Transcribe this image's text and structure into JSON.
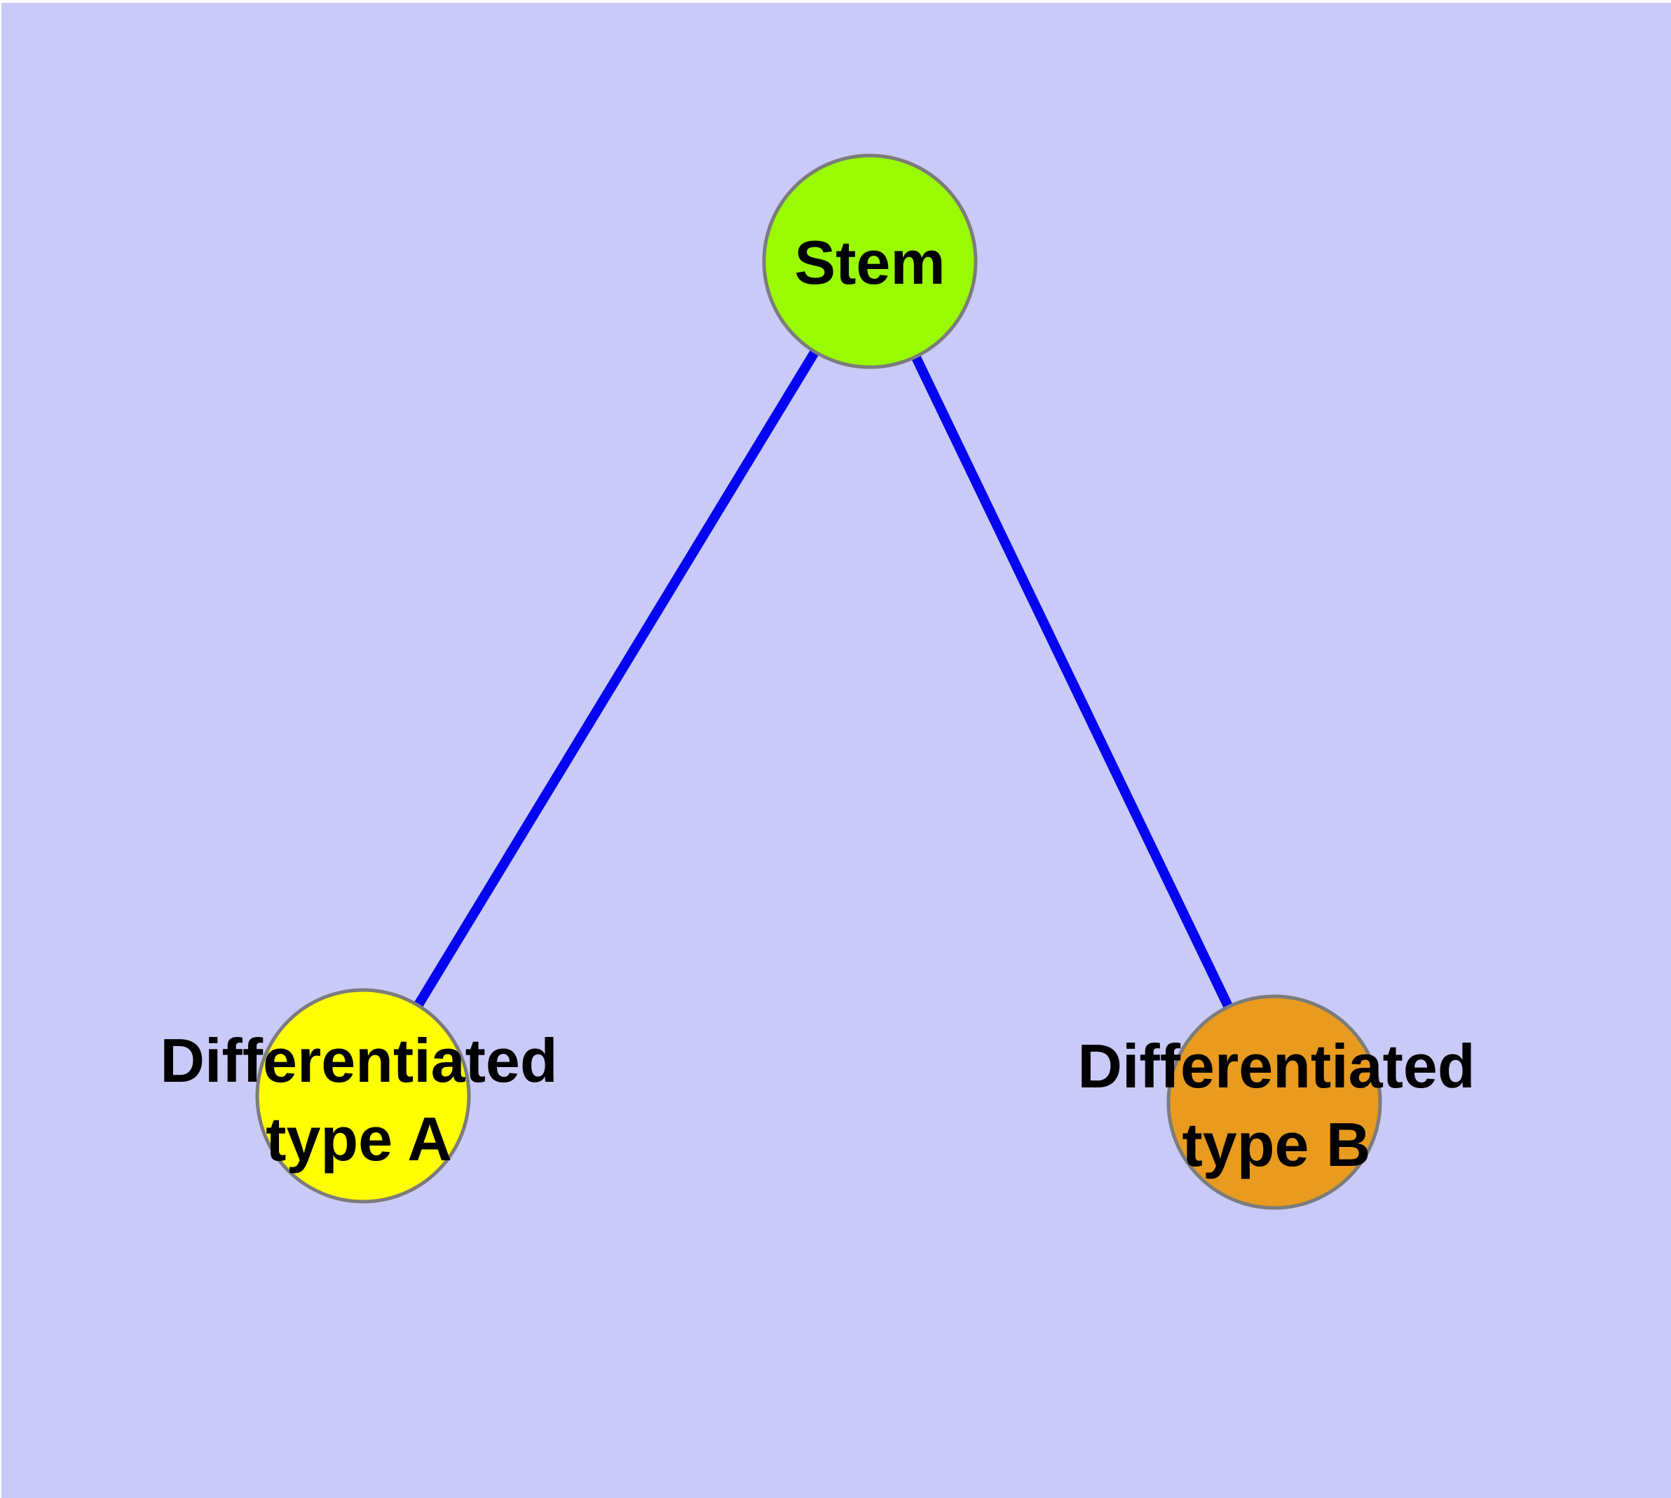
{
  "diagram": {
    "type": "node-link-graph",
    "background_color": "#cacaf8",
    "frame_edge_color": "#ffffff",
    "edge_color": "#0404f2",
    "node_border_color": "#7c7c7c",
    "label_color": "#000000",
    "nodes": [
      {
        "id": "stem",
        "label": "Stem",
        "label_lines": [
          "Stem"
        ],
        "fill": "#99fa01"
      },
      {
        "id": "differentiated-type-a",
        "label": "Differentiated type A",
        "label_lines": [
          "Differentiated",
          "type A"
        ],
        "fill": "#ffff00"
      },
      {
        "id": "differentiated-type-b",
        "label": "Differentiated type B",
        "label_lines": [
          "Differentiated",
          "type B"
        ],
        "fill": "#e89b1e"
      }
    ],
    "edges": [
      {
        "from": "Stem",
        "to": "Differentiated type A"
      },
      {
        "from": "Stem",
        "to": "Differentiated type B"
      }
    ]
  }
}
